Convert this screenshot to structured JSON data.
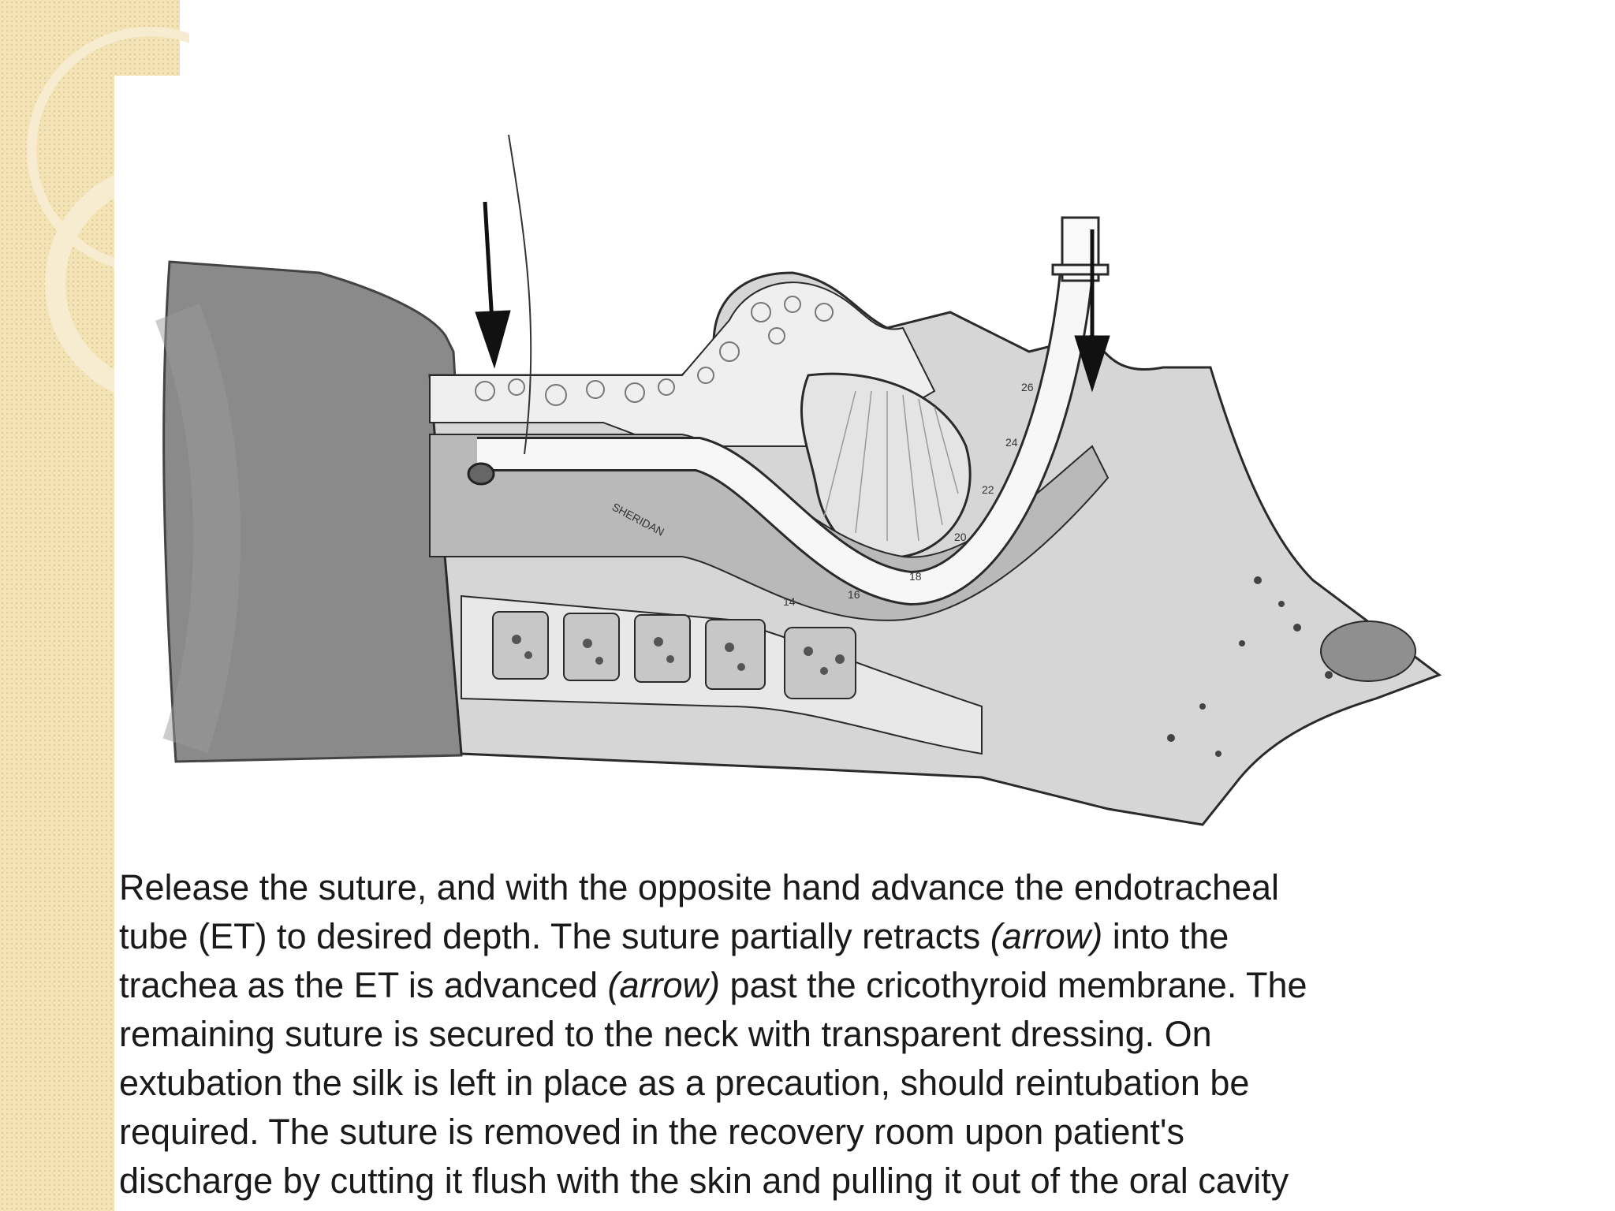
{
  "figure": {
    "tube_brand": "SHERIDAN",
    "tube_markings": [
      "14",
      "16",
      "18",
      "20",
      "22",
      "24",
      "26"
    ]
  },
  "caption": {
    "l1": "Release the suture, and with the opposite hand advance the endotracheal",
    "l2a": "tube (ET) to desired depth. The suture partially retracts ",
    "l2b": "(arrow)",
    "l2c": " into the",
    "l3a": "trachea as the ET is advanced ",
    "l3b": "(arrow)",
    "l3c": " past the cricothyroid membrane. The",
    "l4": "remaining suture is secured to the neck with transparent dressing. On",
    "l5": "extubation the silk is left in place as a precaution, should reintubation be",
    "l6": "required. The suture is removed in the recovery room upon patient's",
    "l7": "discharge by cutting it flush with the skin and pulling it out of the oral cavity"
  },
  "colors": {
    "strip": "#f3e3b6",
    "text": "#1a1a1a",
    "tissue": "#d4d4d4",
    "outline": "#2a2a2a"
  }
}
